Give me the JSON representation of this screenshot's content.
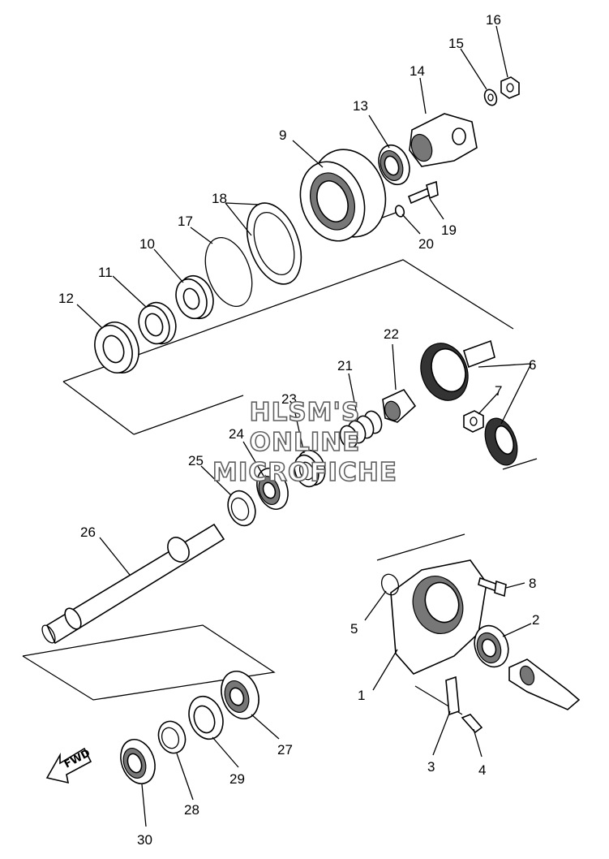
{
  "callouts": [
    {
      "id": "c1",
      "label": "1"
    },
    {
      "id": "c2",
      "label": "2"
    },
    {
      "id": "c3",
      "label": "3"
    },
    {
      "id": "c4",
      "label": "4"
    },
    {
      "id": "c5",
      "label": "5"
    },
    {
      "id": "c6",
      "label": "6"
    },
    {
      "id": "c7",
      "label": "7"
    },
    {
      "id": "c8",
      "label": "8"
    },
    {
      "id": "c9",
      "label": "9"
    },
    {
      "id": "c10",
      "label": "10"
    },
    {
      "id": "c11",
      "label": "11"
    },
    {
      "id": "c12",
      "label": "12"
    },
    {
      "id": "c13",
      "label": "13"
    },
    {
      "id": "c14",
      "label": "14"
    },
    {
      "id": "c15",
      "label": "15"
    },
    {
      "id": "c16",
      "label": "16"
    },
    {
      "id": "c17",
      "label": "17"
    },
    {
      "id": "c18",
      "label": "18"
    },
    {
      "id": "c19",
      "label": "19"
    },
    {
      "id": "c20",
      "label": "20"
    },
    {
      "id": "c21",
      "label": "21"
    },
    {
      "id": "c22",
      "label": "22"
    },
    {
      "id": "c23",
      "label": "23"
    },
    {
      "id": "c24",
      "label": "24"
    },
    {
      "id": "c25",
      "label": "25"
    },
    {
      "id": "c26",
      "label": "26"
    },
    {
      "id": "c27",
      "label": "27"
    },
    {
      "id": "c28",
      "label": "28"
    },
    {
      "id": "c29",
      "label": "29"
    },
    {
      "id": "c30",
      "label": "30"
    }
  ],
  "watermark": {
    "line1": "HLSM'S",
    "line2": "ONLINE",
    "line3": "MICROFICHE"
  },
  "direction_arrow": {
    "text": "FWD"
  }
}
